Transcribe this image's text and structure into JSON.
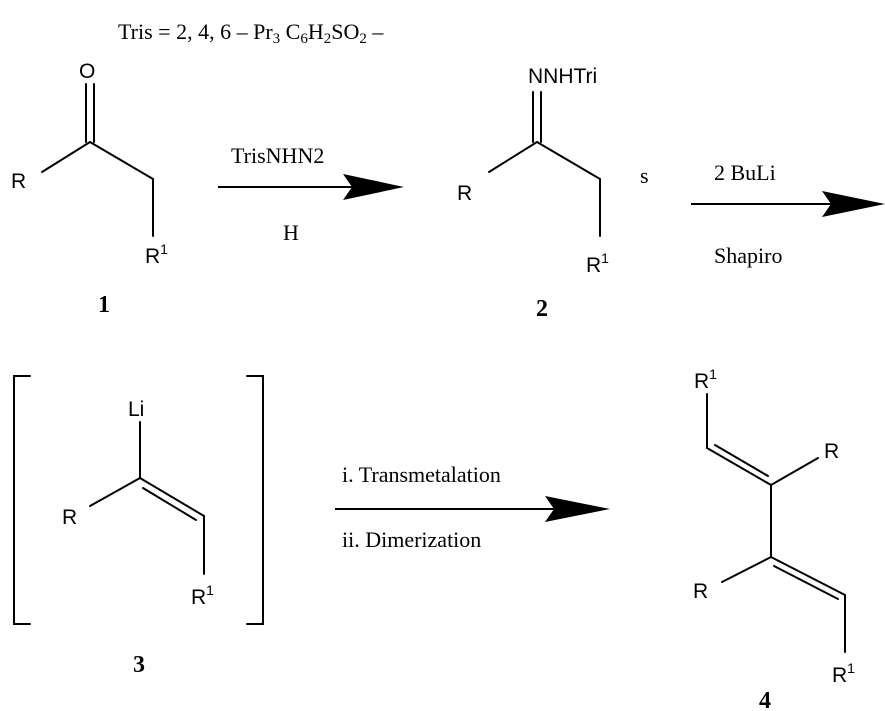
{
  "definition": {
    "lhs": "Tris",
    "eq": "=",
    "positions": "2, 4, 6",
    "dash": "–",
    "pr": "Pr",
    "pr_sub": "3",
    "c": "C",
    "c_sub": "6",
    "h": "H",
    "h_sub": "2",
    "so": "SO",
    "so_sub": "2",
    "tail": "–"
  },
  "compound1": {
    "number": "1",
    "oxygen": "O",
    "r": "R",
    "r1": "R",
    "r1_sup": "1"
  },
  "compound2": {
    "number": "2",
    "hydrazone": "NNHTri",
    "s_label": "s",
    "r": "R",
    "r1": "R",
    "r1_sup": "1"
  },
  "compound3": {
    "number": "3",
    "li": "Li",
    "r": "R",
    "r1": "R",
    "r1_sup": "1"
  },
  "compound4": {
    "number": "4",
    "r_top": "R",
    "r_bottom": "R",
    "r1_top": "R",
    "r1_top_sup": "1",
    "r1_bottom": "R",
    "r1_bottom_sup": "1"
  },
  "arrow1": {
    "above": "TrisNHN2",
    "below": "H"
  },
  "arrow2": {
    "above": "2 BuLi",
    "below": "Shapiro"
  },
  "arrow3": {
    "above": "i. Transmetalation",
    "below": "ii. Dimerization"
  },
  "colors": {
    "ink": "#000000",
    "background": "#ffffff"
  }
}
